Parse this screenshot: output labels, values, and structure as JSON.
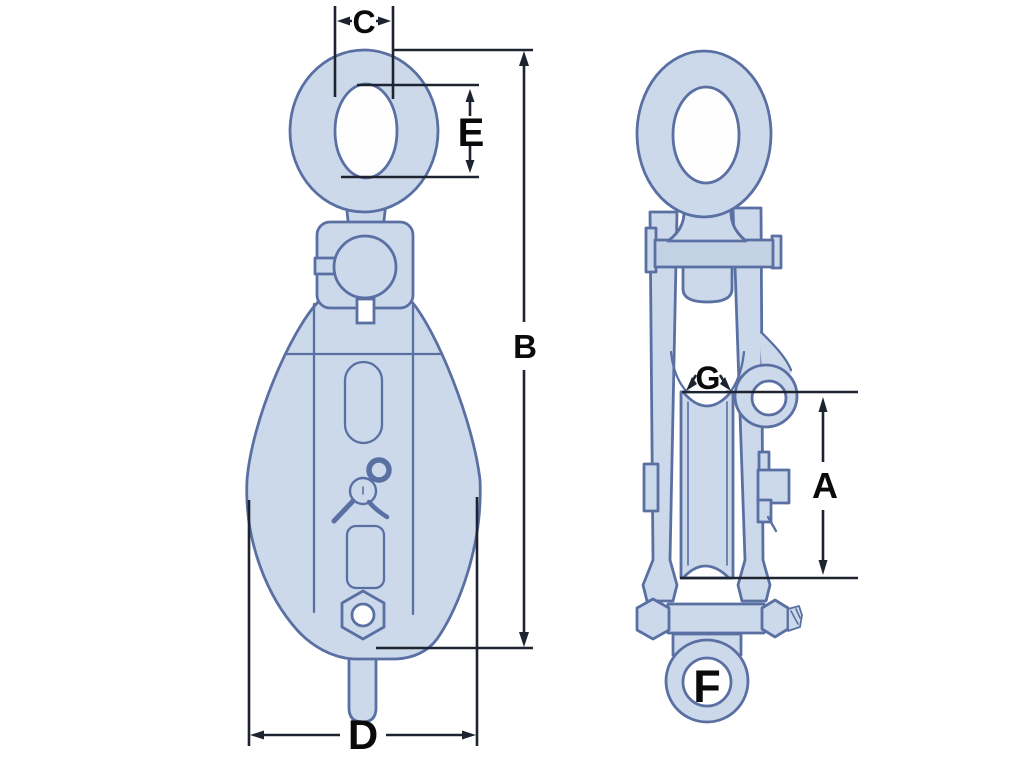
{
  "dimensions": {
    "A": "A",
    "B": "B",
    "C": "C",
    "D": "D",
    "E": "E",
    "F": "F",
    "G": "G"
  },
  "colors": {
    "part_fill": "#ccd9eb",
    "part_fill_dark": "#c3d1e5",
    "part_outline": "#5a70a3",
    "hole_fill": "#fefefe",
    "dimension_line": "#1d2430",
    "label_text": "#0a0a0a",
    "background": "#ffffff"
  }
}
